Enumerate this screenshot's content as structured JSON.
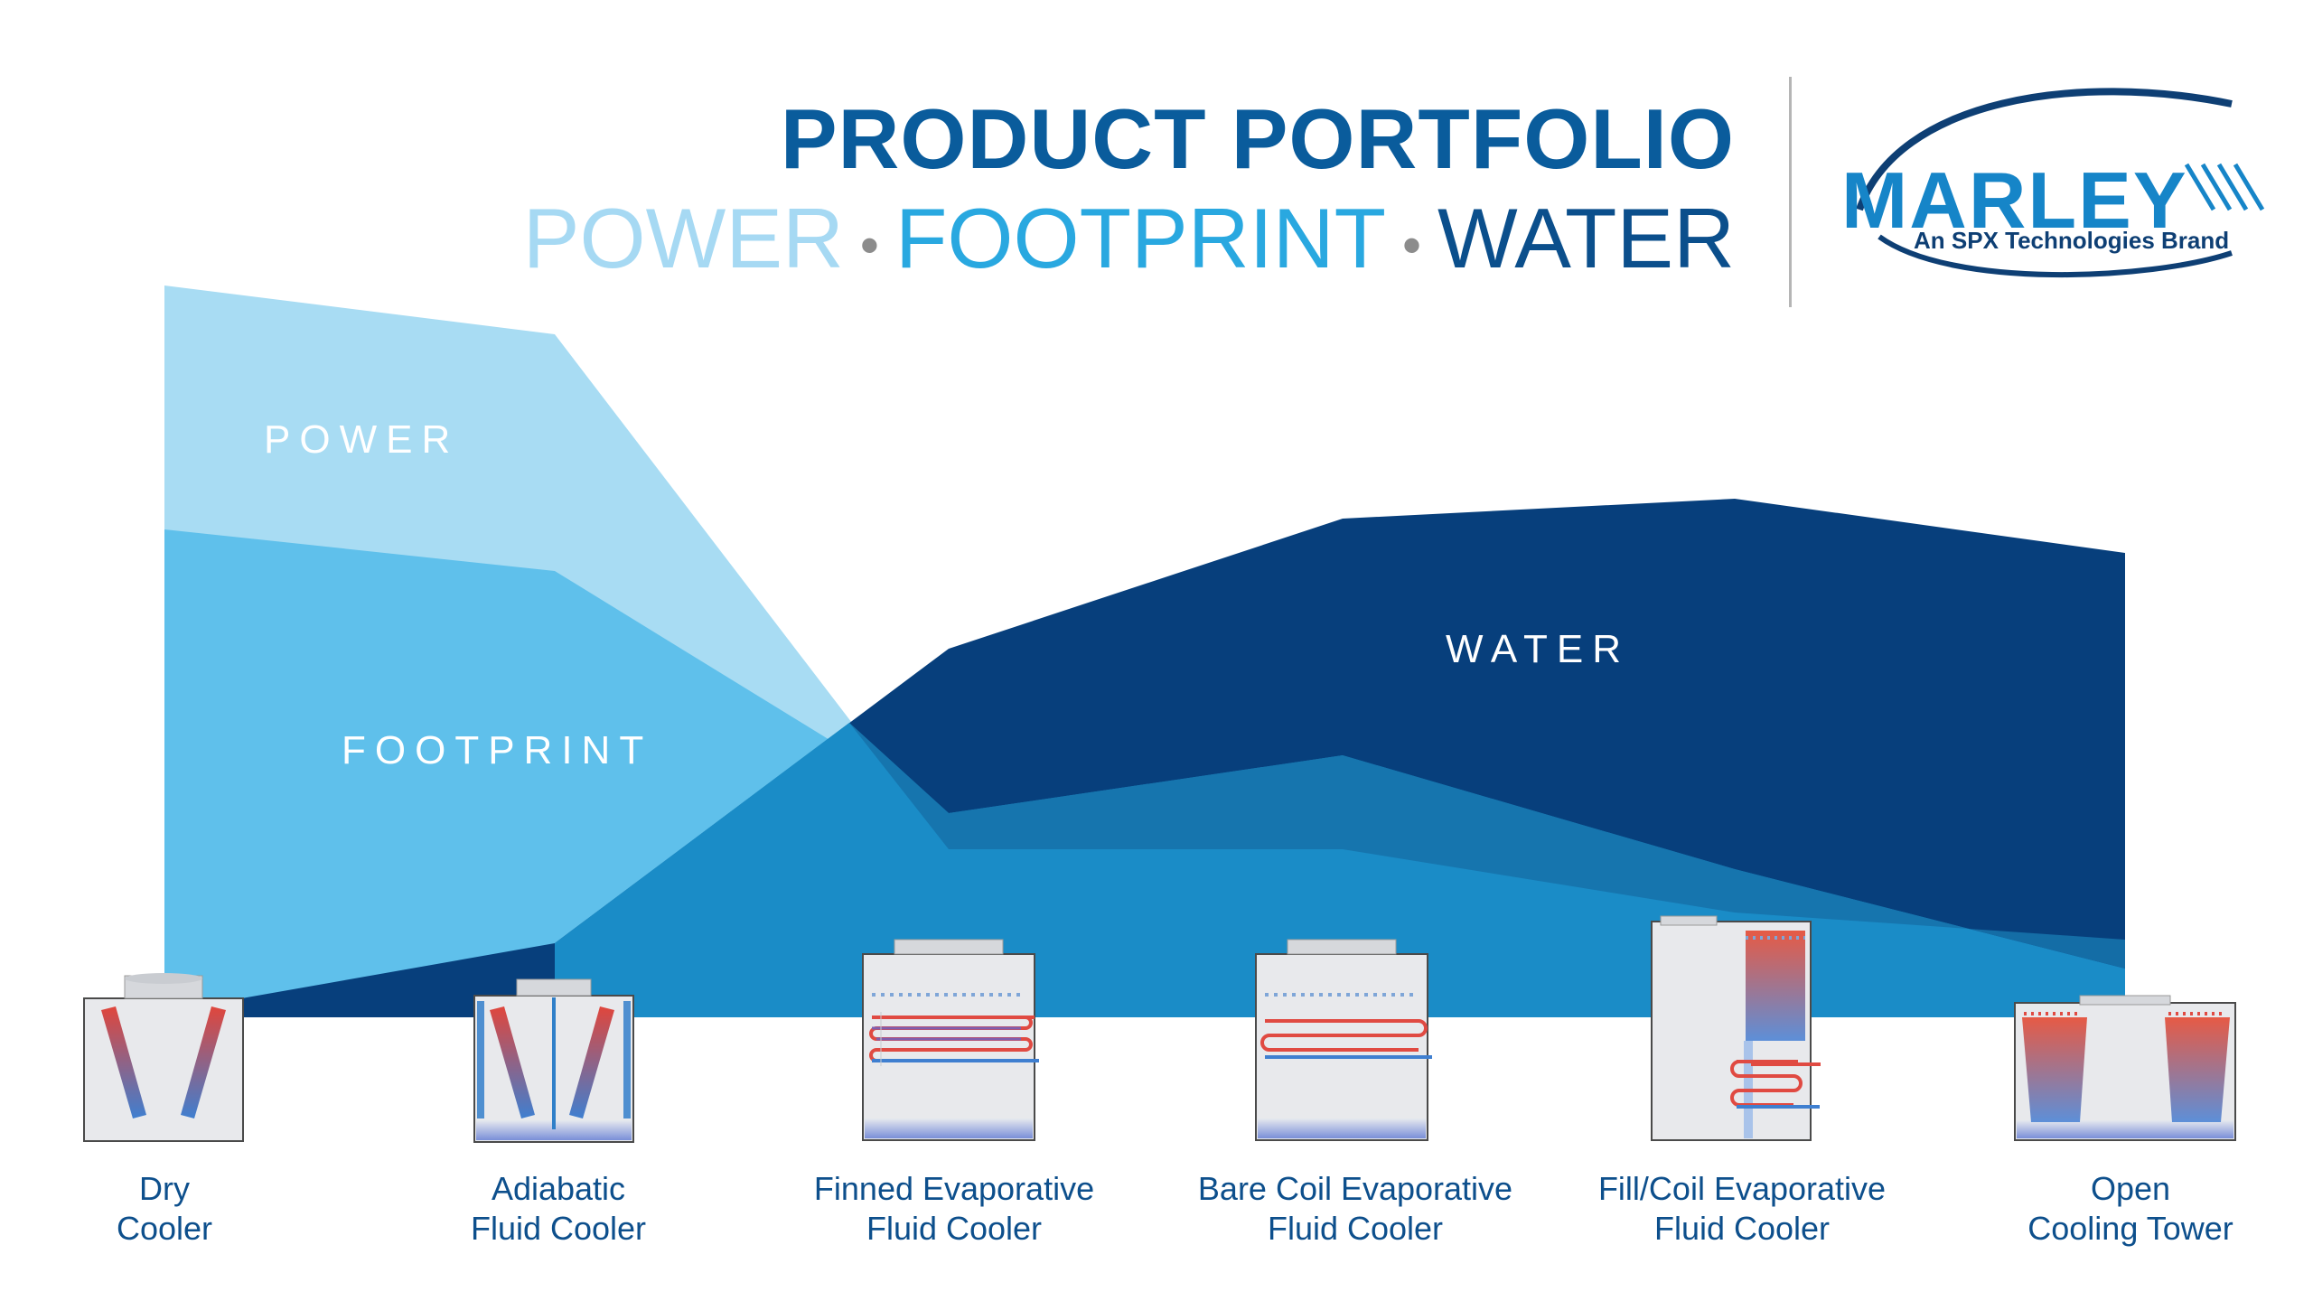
{
  "header": {
    "title": "PRODUCT PORTFOLIO",
    "subtitle_power": "POWER",
    "subtitle_footprint": "FOOTPRINT",
    "subtitle_water": "WATER",
    "separator": "•"
  },
  "logo": {
    "wordmark": "MARLEY",
    "tagline": "An SPX Technologies Brand"
  },
  "areas": {
    "power_label": "POWER",
    "footprint_label": "FOOTPRINT",
    "water_label": "WATER"
  },
  "colors": {
    "power": "#a8dcf3",
    "footprint": "#5fc0eb",
    "water": "#073f7c",
    "base": "#1a8cc7",
    "title": "#0a5c9c",
    "product_text": "#0d4f8c"
  },
  "products": [
    {
      "line1": "Dry",
      "line2": "Cooler"
    },
    {
      "line1": "Adiabatic",
      "line2": "Fluid Cooler"
    },
    {
      "line1": "Finned Evaporative",
      "line2": "Fluid Cooler"
    },
    {
      "line1": "Bare Coil Evaporative",
      "line2": "Fluid Cooler"
    },
    {
      "line1": "Fill/Coil Evaporative",
      "line2": "Fluid Cooler"
    },
    {
      "line1": "Open",
      "line2": "Cooling Tower"
    }
  ]
}
